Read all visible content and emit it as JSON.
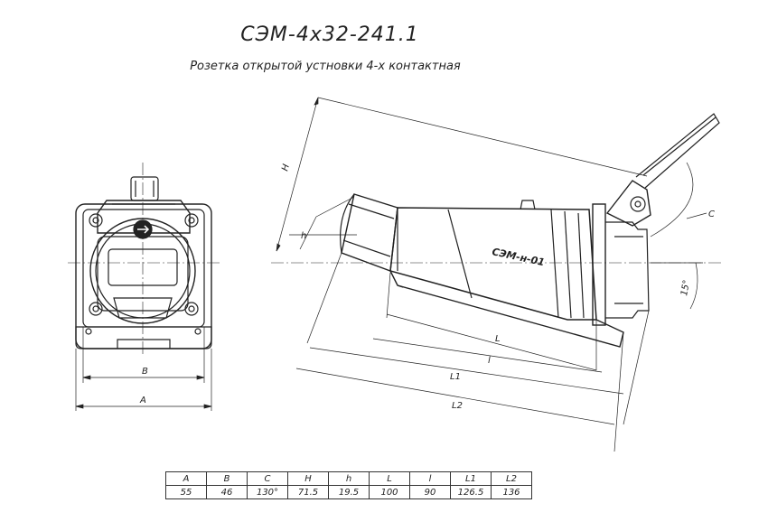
{
  "title": "СЭМ-4х32-241.1",
  "subtitle": "Розетка открытой устновки 4-х контактная",
  "marking": "СЭМ-н-01",
  "dim_labels": {
    "A": "A",
    "B": "B",
    "C": "C",
    "H": "H",
    "h": "h",
    "L": "L",
    "l": "l",
    "L1": "L1",
    "L2": "L2",
    "angle": "15°"
  },
  "table": {
    "headers": [
      "A",
      "B",
      "C",
      "H",
      "h",
      "L",
      "l",
      "L1",
      "L2"
    ],
    "values": [
      "55",
      "46",
      "130°",
      "71.5",
      "19.5",
      "100",
      "90",
      "126.5",
      "136"
    ]
  }
}
